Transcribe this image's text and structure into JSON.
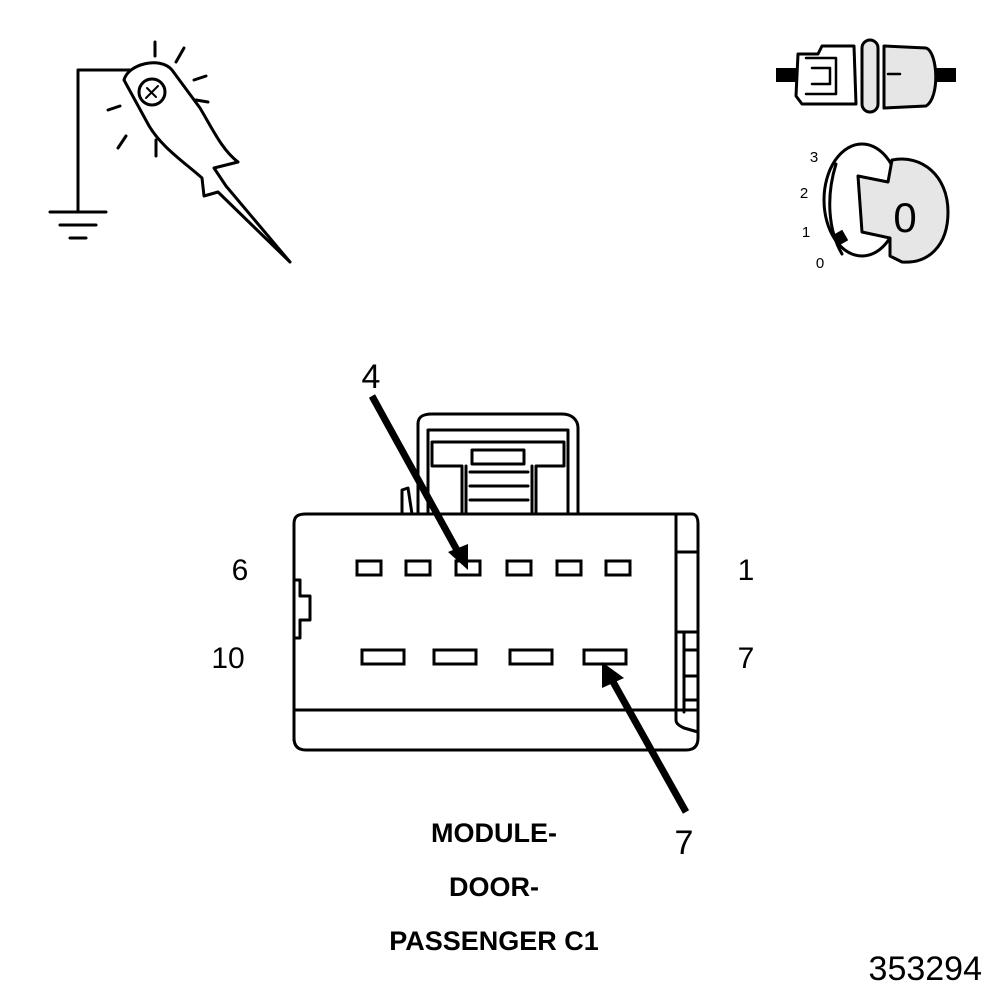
{
  "diagram": {
    "figure_number": "353294",
    "caption_lines": [
      "MODULE-",
      "DOOR-",
      "PASSENGER C1"
    ],
    "connector": {
      "top_row_labels": {
        "left": "6",
        "right": "1"
      },
      "bottom_row_labels": {
        "left": "10",
        "right": "7"
      },
      "callouts": [
        {
          "label": "4",
          "pin": 4
        },
        {
          "label": "7",
          "pin": 7
        }
      ]
    },
    "ignition_switch": {
      "position_labels": [
        "3",
        "2",
        "1",
        "0"
      ],
      "key_label": "0"
    },
    "icons": [
      "test-lamp-probe-icon",
      "ground-symbol-icon",
      "connector-disconnected-icon",
      "ignition-key-icon"
    ]
  }
}
